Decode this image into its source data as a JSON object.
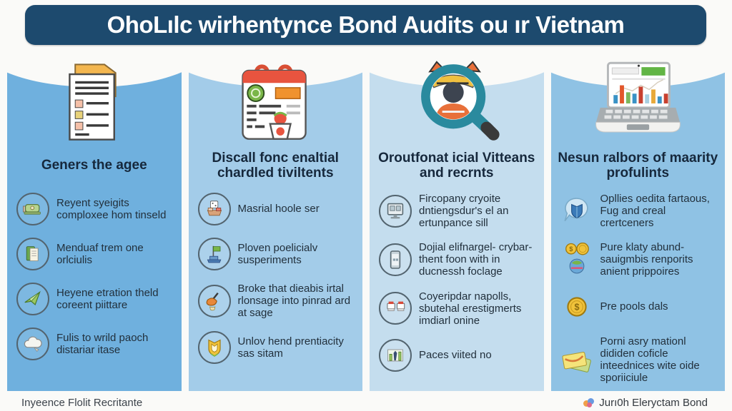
{
  "title": "OhoLılc wirhentynce Bond Audits ou ır Vietnam",
  "palette": {
    "title_bg": "#1d4a6e",
    "title_text": "#ffffff",
    "heading_text": "#16283c",
    "item_text": "#22303c",
    "page_bg": "#fafaf8"
  },
  "columns": [
    {
      "bg": "#6fb0de",
      "icon": "document-stack-icon",
      "heading": "Geners the agee",
      "items": [
        {
          "icon": "machine-icon",
          "text": "Reyent syeigits comploxee hom tinseld"
        },
        {
          "icon": "book-icon",
          "text": "Menduaf trem one orlciulis"
        },
        {
          "icon": "paper-plane-icon",
          "text": "Heyene etration theld coreent piittare"
        },
        {
          "icon": "cloud-icon",
          "text": "Fulis to wrild paoch distariar itase"
        }
      ]
    },
    {
      "bg": "#a3cce9",
      "icon": "calendar-stamp-icon",
      "heading": "Discall fonc enaltial chardled tiviltents",
      "items": [
        {
          "icon": "dice-icon",
          "text": "Masrial hoole ser"
        },
        {
          "icon": "flag-icon",
          "text": "Ploven poelicialv susperiments"
        },
        {
          "icon": "gavel-icon",
          "text": "Broke that dieabis irtal rlonsage into pinrad ard at sage"
        },
        {
          "icon": "fox-shield-icon",
          "text": "Unlov hend prentiacity sas sitam"
        }
      ]
    },
    {
      "bg": "#c4ddee",
      "icon": "magnifier-person-icon",
      "heading": "Oroutfonat icial Vitteans and recrnts",
      "items": [
        {
          "icon": "monitor-icon",
          "text": "Fircopany cryoite dntiengsdur's el an ertunpance sill"
        },
        {
          "icon": "phone-icon",
          "text": "Dojial elifnargel- crybar-thent foon with in ducnessh foclage"
        },
        {
          "icon": "devices-icon",
          "text": "Coyeripdar napolls, sbutehal erestigmerts imdiarl onine"
        },
        {
          "icon": "chart-icon",
          "text": "Paces viited no"
        }
      ]
    },
    {
      "bg": "#8fc2e4",
      "icon": "laptop-chart-icon",
      "heading": "Nesun ralbors of maarity profulints",
      "items": [
        {
          "icon": "shield-bubble-icon",
          "text": "Opllies oedita fartaous, Fug and creal crertceners"
        },
        {
          "icon": "coins-globe-icon",
          "text": "Pure klaty abund- sauigmbis renporits anient prippoires"
        },
        {
          "icon": "coin-icon",
          "text": "Pre pools dals"
        },
        {
          "icon": "envelopes-icon",
          "text": "Porni asry mationl dididen coficle inteednices wite oide sporiiciule"
        }
      ]
    }
  ],
  "footer": {
    "left": "Inyeence Flolit Recritante",
    "right": "Jurı0h Eleryctam Bond"
  }
}
